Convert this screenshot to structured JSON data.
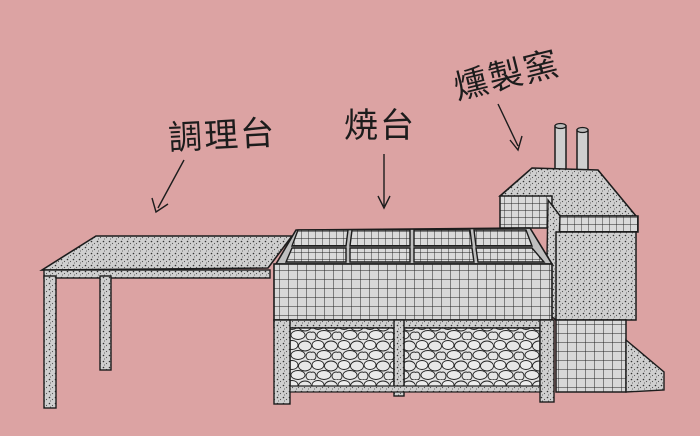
{
  "labels": {
    "prep_table": "調理台",
    "grill_table": "焼台",
    "smoker": "燻製窯"
  },
  "colors": {
    "background": "#dca3a3",
    "ink": "#1c1c1c",
    "fill": "#d6d6d6"
  }
}
